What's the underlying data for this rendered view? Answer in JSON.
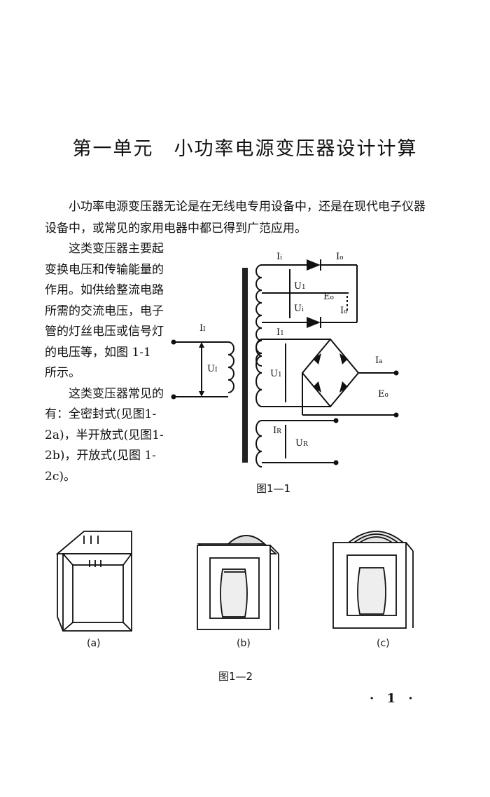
{
  "title": "第一单元　小功率电源变压器设计计算",
  "intro": "小功率电源变压器无论是在无线电专用设备中，还是在现代电子仪器设备中，或常见的家用电器中都已得到广范应用。",
  "left_p1": "这类变压器主要起变换电压和传输能量的作用。如供给整流电路所需的交流电压，电子管的灯丝电压或信号灯的电压等，如图 1-1 所示。",
  "left_p2": "这类变压器常见的有：全密封式(见图1-2a)，半开放式(见图1-2b)，开放式(见图 1-2c)。",
  "fig1": {
    "caption": "图1—1",
    "labels": {
      "i1_top": "I",
      "io_top": "I",
      "u1_top": "U",
      "eo_top": "E",
      "ui_mid": "U",
      "io_mid": "I",
      "i1_mid": "I",
      "u1_mid": "U",
      "ia": "I",
      "eo_bridge": "E",
      "ir": "I",
      "ur": "U",
      "ii_primary": "I",
      "ui_primary": "U"
    },
    "subs": {
      "i1_top": "i",
      "io_top": "o",
      "u1_top": "1",
      "eo_top": "o",
      "ui_mid": "i",
      "io_mid": "o",
      "i1_mid": "1",
      "u1_mid": "1",
      "ia": "a",
      "eo_bridge": "o",
      "ir": "R",
      "ur": "R",
      "ii_primary": "I",
      "ui_primary": "I"
    }
  },
  "fig2": {
    "caption": "图1—2",
    "sub_a": "(a)",
    "sub_b": "(b)",
    "sub_c": "(c)"
  },
  "page_number": "· 1 ·"
}
